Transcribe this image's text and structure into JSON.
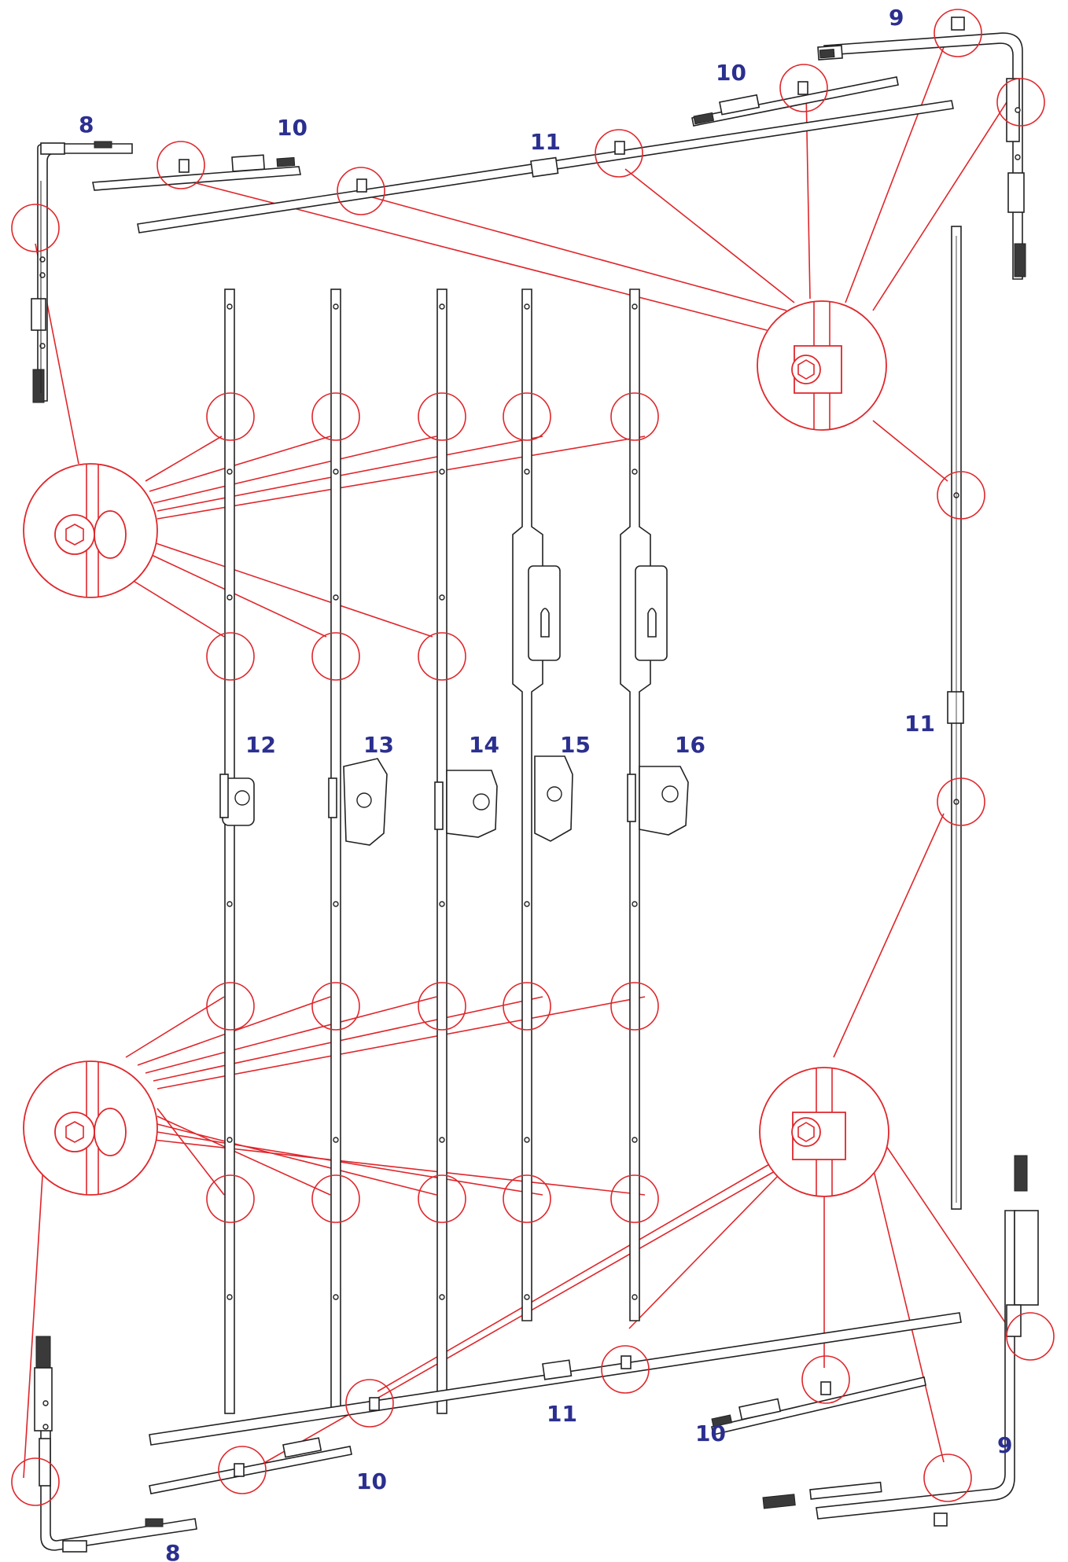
{
  "labels": {
    "l8_top": "8",
    "l9_top": "9",
    "l10_top_left": "10",
    "l10_top_right": "10",
    "l11_top": "11",
    "l11_right": "11",
    "l12": "12",
    "l13": "13",
    "l14": "14",
    "l15": "15",
    "l16": "16",
    "l11_bottom": "11",
    "l10_bottom_right": "10",
    "l10_bottom_left": "10",
    "l9_bottom": "9",
    "l8_bottom": "8"
  },
  "colors": {
    "label": "#2b2f8f",
    "callout": "#e0262b",
    "hardware": "#222222"
  }
}
